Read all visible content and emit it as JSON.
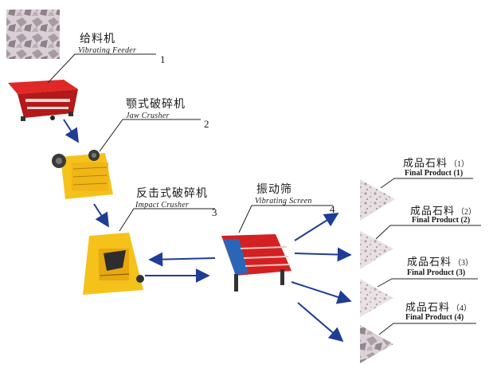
{
  "steps": [
    {
      "cn": "给料机",
      "en": "Vibrating Feeder",
      "num": "1"
    },
    {
      "cn": "颚式破碎机",
      "en": "Jaw Crusher",
      "num": "2"
    },
    {
      "cn": "反击式破碎机",
      "en": "Impact Crusher",
      "num": "3"
    },
    {
      "cn": "振动筛",
      "en": "Vibrating Screen",
      "num": "4"
    }
  ],
  "products": [
    {
      "cn": "成品石料",
      "num": "（1）",
      "en": "Final Product (1)"
    },
    {
      "cn": "成品石料",
      "num": "（2）",
      "en": "Final Product (2)"
    },
    {
      "cn": "成品石料",
      "num": "（3）",
      "en": "Final Product (3)"
    },
    {
      "cn": "成品石料",
      "num": "（4）",
      "en": "Final Product (4)"
    }
  ],
  "colors": {
    "arrow": "#1f3c96",
    "machine_red": "#d42020",
    "machine_yellow": "#f4c21a",
    "leader": "#222222",
    "stone": "#c9b8bc"
  }
}
